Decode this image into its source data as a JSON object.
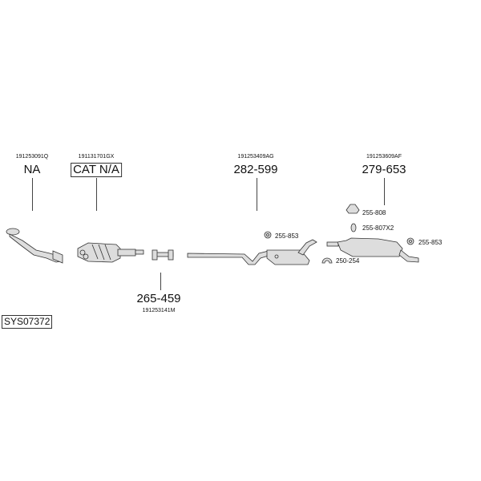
{
  "parts": [
    {
      "part_number": "191253091Q",
      "ref": "NA"
    },
    {
      "part_number": "191131701GX",
      "ref": "CAT N/A"
    },
    {
      "part_number": "191253141M",
      "ref": "265-459"
    },
    {
      "part_number": "191253409AG",
      "ref": "282-599"
    },
    {
      "part_number": "191253609AF",
      "ref": "279-653"
    }
  ],
  "accessories": {
    "nut_front": "255-853",
    "hanger": "255-808",
    "rubber_ring": "255-807X2",
    "nut_rear": "255-853",
    "clamp": "250-254"
  },
  "system_code": "SYS07372"
}
